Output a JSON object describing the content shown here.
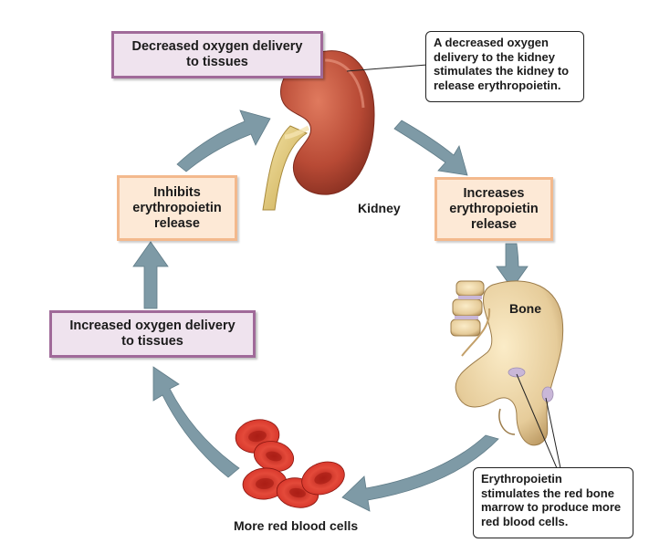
{
  "boxes": {
    "decreased_delivery": "Decreased oxygen delivery\nto tissues",
    "increases_epo": "Increases\nerythropoietin\nrelease",
    "inhibits_epo": "Inhibits\nerythropoietin\nrelease",
    "increased_delivery": "Increased oxygen delivery\nto tissues"
  },
  "callouts": {
    "kidney_note": "A decreased oxygen\ndelivery to the kidney\nstimulates the kidney to\nrelease erythropoietin.",
    "marrow_note": "Erythropoietin\nstimulates the red bone\nmarrow to produce more\nred blood cells."
  },
  "labels": {
    "kidney": "Kidney",
    "bone": "Bone",
    "rbc": "More red blood cells"
  },
  "colors": {
    "arrow": "#7e9aa6",
    "kidney": "#b84a35",
    "bone": "#e6cc9a",
    "rbc": "#d8382c",
    "box_purple_border": "#a06a99",
    "box_orange_border": "#f3b98d"
  }
}
